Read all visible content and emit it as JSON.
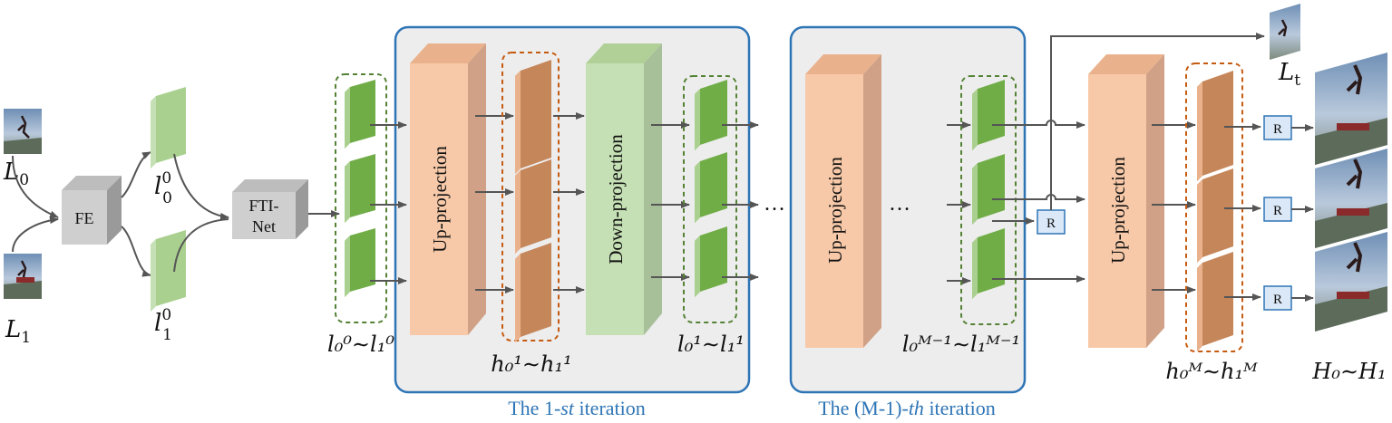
{
  "inputs": {
    "l0_base": "L",
    "l0_sub": "0",
    "l1_base": "L",
    "l1_sub": "1"
  },
  "fe_label": "FE",
  "fti_label_line1": "FTI-",
  "fti_label_line2": "Net",
  "features": {
    "l00": {
      "base": "l",
      "sub": "0",
      "sup": "0"
    },
    "l10": {
      "base": "l",
      "sub": "1",
      "sup": "0"
    }
  },
  "groups": {
    "g1": "l₀⁰∼l₁⁰",
    "g2": "h₀¹∼h₁¹",
    "g3": "l₀¹∼l₁¹",
    "g4": "l₀ᴹ⁻¹∼l₁ᴹ⁻¹",
    "g5": "h₀ᴹ∼h₁ᴹ"
  },
  "blocks": {
    "up": "Up-projection",
    "down": "Down-projection"
  },
  "ellipsis": "…",
  "recon_label": "R",
  "outputs": {
    "lt_base": "L",
    "lt_sub": "t",
    "h_range": "H₀∼H₁"
  },
  "iterations": {
    "first": {
      "pre": "The 1-",
      "em": "st",
      "post": " iteration"
    },
    "last": {
      "pre": "The (M-1)-",
      "em": "th",
      "post": " iteration"
    }
  },
  "colors": {
    "iter_border": "#2e75b6",
    "iter_fill": "#ededed",
    "up_front": "#f7c9a8",
    "up_side": "#d0a186",
    "down_front": "#c5e0b4",
    "down_side": "#a7c09a",
    "feat_green": "#70ad47",
    "feat_green_side": "#a9d08e",
    "feat_orange": "#c5865a",
    "feat_orange_side": "#eab28c",
    "light_green": "#c5e0b4",
    "r_fill": "#dae8f7",
    "r_border": "#2e75b6",
    "dash_green": "#548235",
    "dash_orange": "#c55a11"
  }
}
